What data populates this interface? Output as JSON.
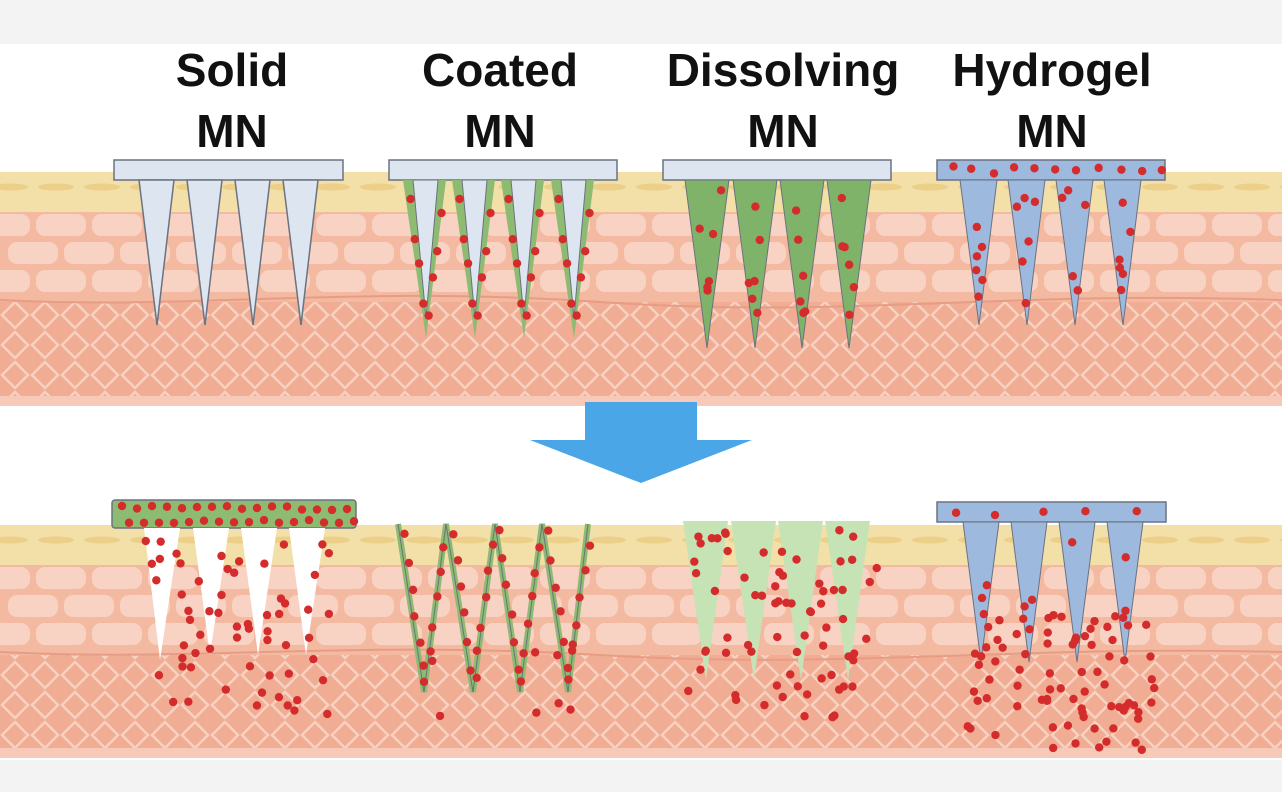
{
  "labels": [
    {
      "line1": "Solid",
      "line2": "MN"
    },
    {
      "line1": "Coated",
      "line2": "MN"
    },
    {
      "line1": "Dissolving",
      "line2": "MN"
    },
    {
      "line1": "Hydrogel",
      "line2": "MN"
    }
  ],
  "colors": {
    "frame_top": "#f3f3f3",
    "stratum": "#f3dfa8",
    "epidermis": "#f3b9a1",
    "dermis": "#f1ad94",
    "cell": "#f8d2c2",
    "solid_needle": "#dde6f0",
    "coated_green": "#8dbb72",
    "dissolving_green": "#7fb36a",
    "dissolved_green": "#c5e3b5",
    "hydrogel_blue": "#9db9dd",
    "drug_red": "#d42c2c",
    "arrow": "#4aa6e6"
  },
  "icons": {
    "arrow": "down-arrow-icon",
    "drug": "drug-particle"
  }
}
